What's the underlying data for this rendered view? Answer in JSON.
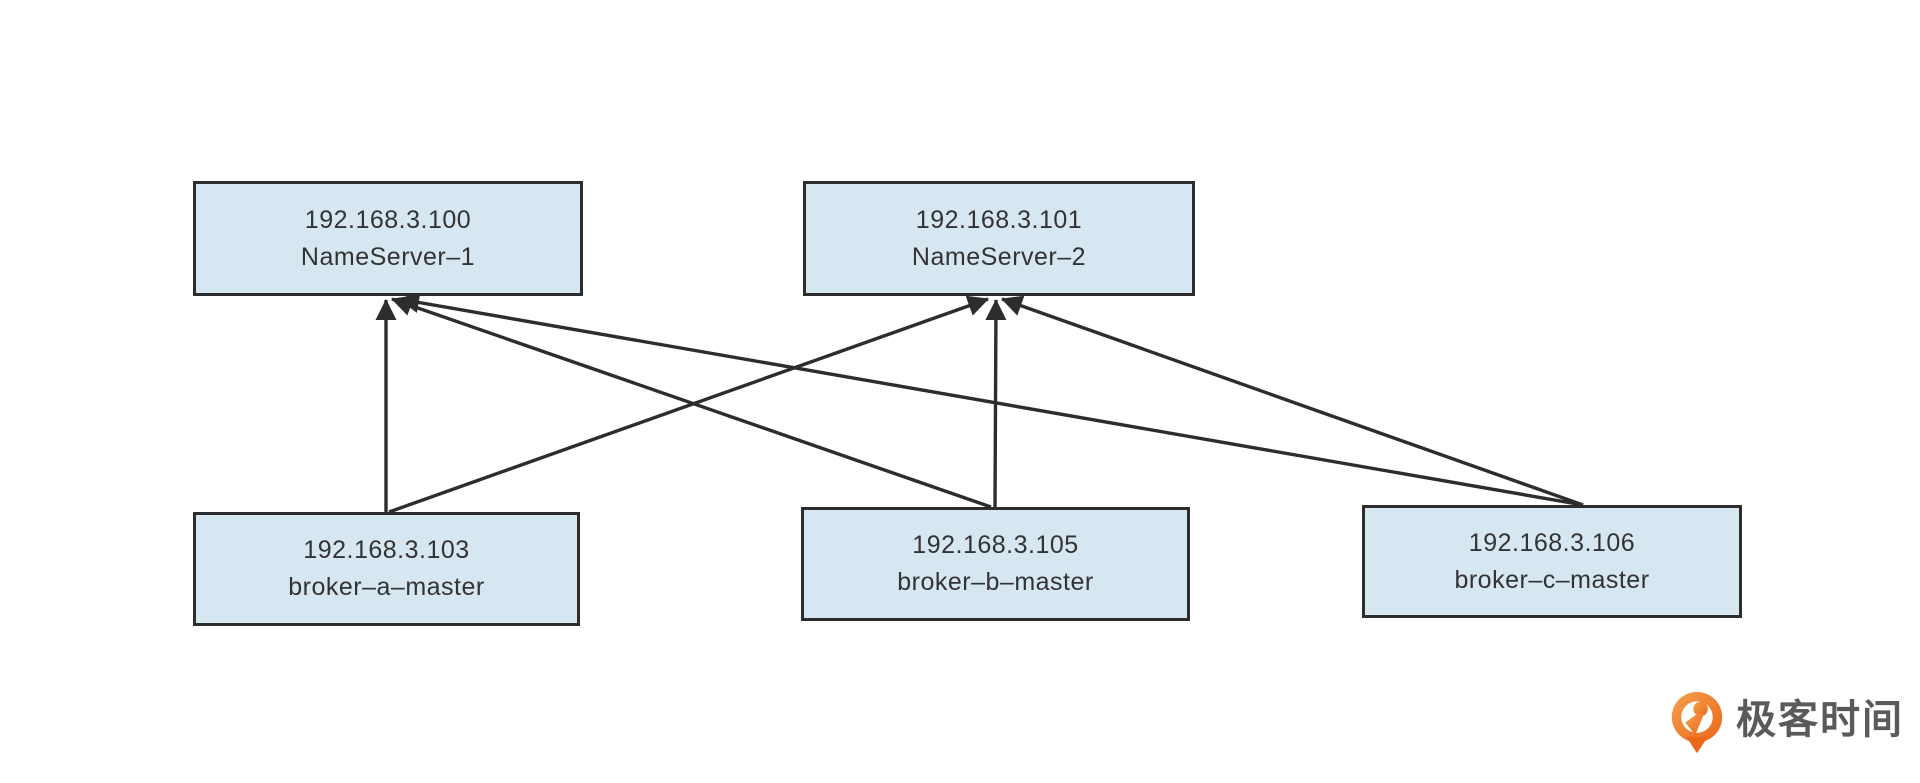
{
  "diagram": {
    "nodes": {
      "nameserver_1": {
        "ip": "192.168.3.100",
        "name": "NameServer–1"
      },
      "nameserver_2": {
        "ip": "192.168.3.101",
        "name": "NameServer–2"
      },
      "broker_a": {
        "ip": "192.168.3.103",
        "name": "broker–a–master"
      },
      "broker_b": {
        "ip": "192.168.3.105",
        "name": "broker–b–master"
      },
      "broker_c": {
        "ip": "192.168.3.106",
        "name": "broker–c–master"
      }
    },
    "edges": [
      {
        "from": "broker_a",
        "to": "nameserver_1"
      },
      {
        "from": "broker_a",
        "to": "nameserver_2"
      },
      {
        "from": "broker_b",
        "to": "nameserver_1"
      },
      {
        "from": "broker_b",
        "to": "nameserver_2"
      },
      {
        "from": "broker_c",
        "to": "nameserver_1"
      },
      {
        "from": "broker_c",
        "to": "nameserver_2"
      }
    ],
    "style": {
      "node_fill": "#d7e7f1",
      "node_border": "#2d2d2d",
      "edge_color": "#2d2d2d",
      "text_color": "#333333",
      "background": "#ffffff"
    }
  },
  "branding": {
    "logo_text": "极客时间",
    "logo_orange_light": "#f5a04d",
    "logo_orange_dark": "#ea671a",
    "logo_text_color": "#5a5a5a"
  }
}
